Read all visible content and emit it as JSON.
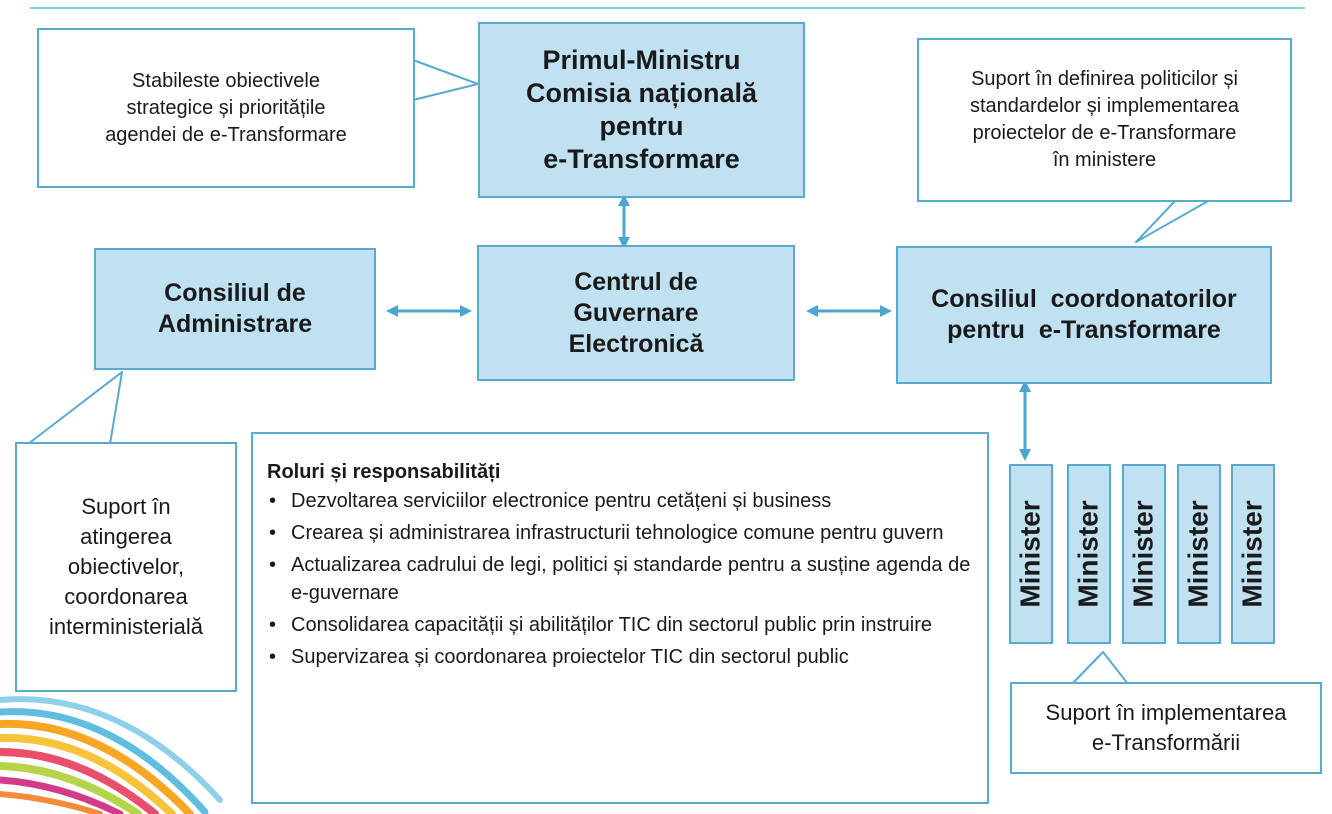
{
  "nodes": {
    "prime_minister": {
      "lines": [
        "Primul-Ministru",
        "Comisia națională",
        "pentru",
        "e-Transformare"
      ]
    },
    "e_gov_center": {
      "lines": [
        "Centrul de",
        "Guvernare",
        "Electronică"
      ]
    },
    "admin_council": {
      "lines": [
        "Consiliul de",
        "Administrare"
      ]
    },
    "coordinators_council": {
      "lines": [
        "Consiliul  coordonatorilor",
        "pentru  e-Transformare"
      ]
    },
    "ministries": [
      "Minister",
      "Minister",
      "Minister",
      "Minister",
      "Minister"
    ]
  },
  "callouts": {
    "strategic": {
      "lines": [
        "Stabileste  obiectivele",
        "strategice și prioritățile",
        "agendei de e-Transformare"
      ]
    },
    "policy_support": {
      "lines": [
        "Suport în definirea politicilor și",
        "standardelor și implementarea",
        "proiectelor de e-Transformare",
        "în ministere"
      ]
    },
    "objectives_support": {
      "lines": [
        "Suport în",
        "atingerea",
        "obiectivelor,",
        "coordonarea",
        "interministerială"
      ]
    },
    "implementation_support": {
      "lines": [
        "Suport în implementarea",
        "e-Transformării"
      ]
    }
  },
  "roles": {
    "title": "Roluri și responsabilități",
    "items": [
      "Dezvoltarea serviciilor electronice pentru cetățeni și business",
      "Crearea și administrarea infrastructurii tehnologice comune pentru guvern",
      "Actualizarea cadrului de legi, politici și standarde pentru a susține agenda de e-guvernare",
      "Consolidarea capacității și abilităților TIC din sectorul public prin instruire",
      "Supervizarea și coordonarea proiectelor TIC din sectorul public"
    ]
  },
  "colors": {
    "box_fill": "#bfe1f2",
    "box_border": "#5aa9cf",
    "arrow": "#4aa6cf"
  }
}
